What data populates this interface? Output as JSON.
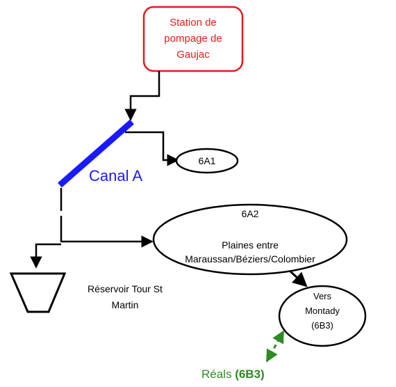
{
  "nodes": {
    "station": {
      "lines": [
        "Station de",
        "pompage de",
        "Gaujac"
      ],
      "color": "#e01b1b"
    },
    "canal": {
      "label": "Canal A",
      "color": "#1a1aff"
    },
    "n6a1": {
      "label": "6A1"
    },
    "n6a2": {
      "title": "6A2",
      "lines": [
        "Plaines entre",
        "Maraussan/Béziers/Colombier"
      ]
    },
    "reservoir": {
      "lines": [
        "Réservoir Tour St",
        "Martin"
      ]
    },
    "montady": {
      "lines": [
        "Vers",
        "Montady",
        "(6B3)"
      ]
    },
    "reals": {
      "prefix": "Réals ",
      "code": "(6B3)",
      "color": "#2e8b24"
    }
  }
}
